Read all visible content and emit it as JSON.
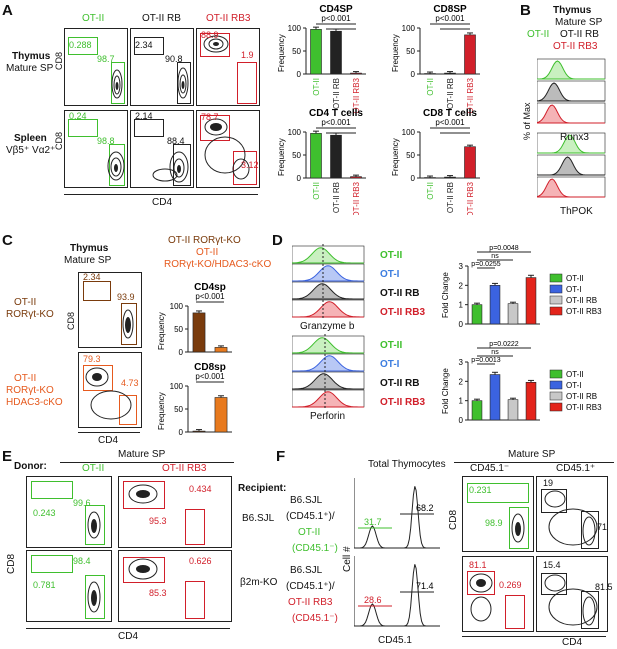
{
  "A": {
    "letter": "A",
    "col_headers": [
      "OT-II",
      "OT-II RB",
      "OT-II RB3"
    ],
    "row1_label": [
      "Thymus",
      "Mature SP"
    ],
    "row2_label": [
      "Spleen",
      "Vβ5⁺ Vα2⁺"
    ],
    "xaxis": "CD4",
    "yaxis": "CD8",
    "row1_values": [
      [
        "0.288",
        "98.7"
      ],
      [
        "2.34",
        "90.8"
      ],
      [
        "88.9",
        "1.9"
      ]
    ],
    "row2_values": [
      [
        "0.24",
        "98.8"
      ],
      [
        "2.14",
        "88.4"
      ],
      [
        "78.7",
        "3.12"
      ]
    ]
  },
  "A_bars": {
    "ylabel": "Frequency",
    "cats": [
      "OT-II",
      "OT-II RB",
      "OT-II RB3"
    ],
    "pval": "p<0.001"
  },
  "chart_data": [
    {
      "type": "bar",
      "title": "CD4SP",
      "categories": [
        "OT-II",
        "OT-II RB",
        "OT-II RB3"
      ],
      "values": [
        97,
        93,
        2
      ],
      "ylabel": "Frequency",
      "ylim": [
        0,
        100
      ],
      "yticks": [
        0,
        50,
        100
      ],
      "annotation": "p<0.001"
    },
    {
      "type": "bar",
      "title": "CD8SP",
      "categories": [
        "OT-II",
        "OT-II RB",
        "OT-II RB3"
      ],
      "values": [
        1,
        2,
        85
      ],
      "ylabel": "Frequency",
      "ylim": [
        0,
        100
      ],
      "yticks": [
        0,
        50,
        100
      ],
      "annotation": "p<0.001"
    },
    {
      "type": "bar",
      "title": "CD4 T cells",
      "categories": [
        "OT-II",
        "OT-II RB",
        "OT-II RB3"
      ],
      "values": [
        97,
        93,
        3
      ],
      "ylabel": "Frequency",
      "ylim": [
        0,
        100
      ],
      "yticks": [
        0,
        50,
        100
      ],
      "annotation": "p<0.001"
    },
    {
      "type": "bar",
      "title": "CD8 T cells",
      "categories": [
        "OT-II",
        "OT-II RB",
        "OT-II RB3"
      ],
      "values": [
        1,
        2,
        68
      ],
      "ylabel": "Frequency",
      "ylim": [
        0,
        100
      ],
      "yticks": [
        0,
        50,
        100
      ],
      "annotation": "p<0.001"
    },
    {
      "type": "bar",
      "title": "CD4sp",
      "categories": [
        "OT-II RORγt-KO",
        "OT-II RORγt-KO/HDAC3-cKO"
      ],
      "values": [
        85,
        10
      ],
      "ylabel": "Frequency",
      "ylim": [
        0,
        100
      ],
      "yticks": [
        0,
        50,
        100
      ],
      "annotation": "p<0.001"
    },
    {
      "type": "bar",
      "title": "CD8sp",
      "categories": [
        "OT-II RORγt-KO",
        "OT-II RORγt-KO/HDAC3-cKO"
      ],
      "values": [
        2,
        75
      ],
      "ylabel": "Frequency",
      "ylim": [
        0,
        100
      ],
      "yticks": [
        0,
        50,
        100
      ],
      "annotation": "p<0.001"
    },
    {
      "type": "bar",
      "title": "",
      "categories": [
        "OT-II",
        "OT-I",
        "OT-II RB",
        "OT-II RB3"
      ],
      "values": [
        1.0,
        2.0,
        1.05,
        2.4
      ],
      "ylabel": "Fold Change",
      "ylim": [
        0,
        3
      ],
      "yticks": [
        0,
        1,
        2,
        3
      ],
      "annotations": [
        "p=0.0048",
        "ns",
        "p=0.0255"
      ]
    },
    {
      "type": "bar",
      "title": "",
      "categories": [
        "OT-II",
        "OT-I",
        "OT-II RB",
        "OT-II RB3"
      ],
      "values": [
        1.0,
        2.35,
        1.05,
        1.95
      ],
      "ylabel": "Fold Change",
      "ylim": [
        0,
        3
      ],
      "yticks": [
        0,
        1,
        2,
        3
      ],
      "annotations": [
        "p=0.0222",
        "ns",
        "p=0.0013"
      ]
    }
  ],
  "B": {
    "letter": "B",
    "title": [
      "Thymus",
      "Mature SP"
    ],
    "legend": [
      "OT-II",
      "OT-II RB",
      "OT-II RB3"
    ],
    "yaxis": "% of Max",
    "x1": "Runx3",
    "x2": "ThPOK"
  },
  "C": {
    "letter": "C",
    "title": [
      "Thymus",
      "Mature SP"
    ],
    "legend": [
      "OT-II RORγt-KO",
      "OT-II",
      "RORγt-KO/HDAC3-cKO"
    ],
    "row1_label": [
      "OT-II",
      "RORγt-KO"
    ],
    "row2_label": [
      "OT-II",
      "RORγt-KO",
      "HDAC3-cKO"
    ],
    "row1_values": [
      "2.34",
      "93.9"
    ],
    "row2_values": [
      "79.3",
      "4.73"
    ],
    "xaxis": "CD4",
    "yaxis": "CD8"
  },
  "D": {
    "letter": "D",
    "hist_labels": [
      "OT-II",
      "OT-I",
      "OT-II RB",
      "OT-II RB3"
    ],
    "x1": "Granzyme b",
    "x2": "Perforin",
    "ylabel": "Fold Change",
    "legend": [
      "OT-II",
      "OT-I",
      "OT-II RB",
      "OT-II RB3"
    ],
    "legend_colors": [
      "#3fbf2e",
      "#3b63e0",
      "#c8c8c8",
      "#e3241b"
    ]
  },
  "E": {
    "letter": "E",
    "donor": "Donor:",
    "mature": "Mature SP",
    "cols": [
      "OT-II",
      "OT-II RB3"
    ],
    "recipient": "Recipient:",
    "rows": [
      "B6.SJL",
      "β2m-KO"
    ],
    "row1_values": [
      [
        "99.6",
        "0.243"
      ],
      [
        "0.434",
        "95.3"
      ]
    ],
    "row2_values": [
      [
        "98.4",
        "0.781"
      ],
      [
        "0.626",
        "85.3"
      ]
    ],
    "xaxis": "CD4",
    "yaxis": "CD8"
  },
  "F": {
    "letter": "F",
    "hist_title": "Total Thymocytes",
    "mature": "Mature SP",
    "col_neg": "CD45.1⁻",
    "col_pos": "CD45.1⁺",
    "row1_label": [
      "B6.SJL",
      "(CD45.1⁺)/",
      "OT-II",
      "(CD45.1⁻)"
    ],
    "row2_label": [
      "B6.SJL",
      "(CD45.1⁺)/",
      "OT-II RB3",
      "(CD45.1⁻)"
    ],
    "hist1_values": [
      "31.7",
      "68.2"
    ],
    "hist2_values": [
      "28.6",
      "71.4"
    ],
    "hist_x": "CD45.1",
    "hist_y": "Cell #",
    "row1_neg": [
      "0.231",
      "98.9"
    ],
    "row1_pos": [
      "19",
      "71"
    ],
    "row2_neg": [
      "81.1",
      "0.269"
    ],
    "row2_pos": [
      "15.4",
      "81.5"
    ],
    "xaxis": "CD4",
    "yaxis": "CD8"
  }
}
